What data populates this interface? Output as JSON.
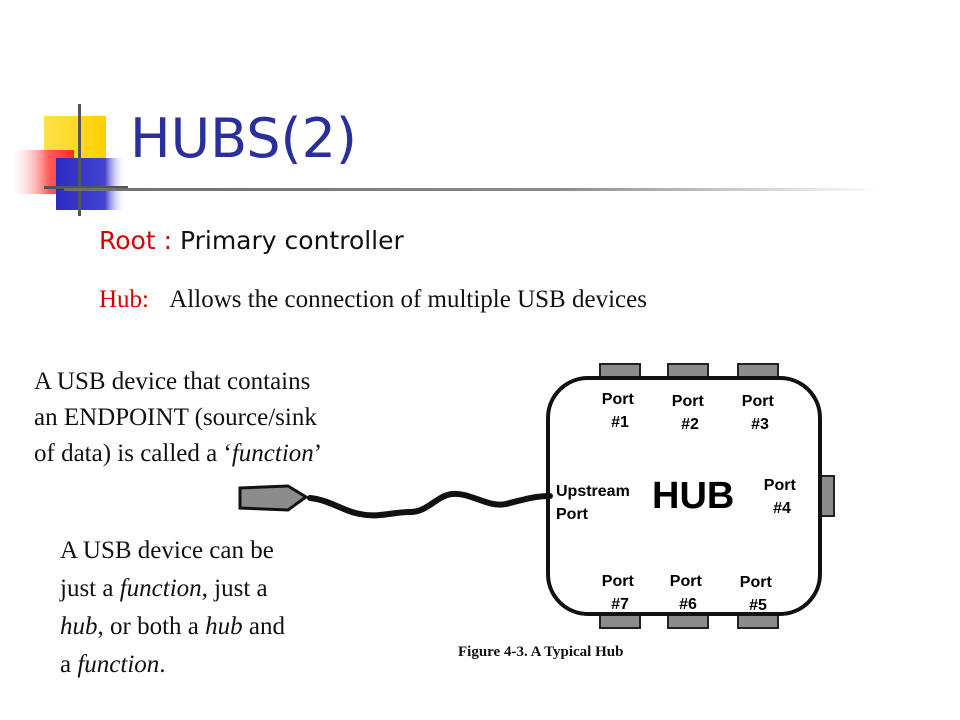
{
  "slide": {
    "title": "HUBS(2)",
    "root_label": "Root :",
    "root_text": "Primary controller",
    "hub_label": "Hub:",
    "hub_text": "Allows the connection of multiple USB devices",
    "para1": {
      "line1": "A USB device that contains",
      "line2": "an ENDPOINT (source/sink",
      "line3_a": "of data) is called a ‘",
      "line3_italic": "function",
      "line3_b": "’"
    },
    "para2": {
      "line1": "A USB device can be",
      "line2_a": "just a ",
      "line2_italic": "function",
      "line2_b": ", just a",
      "line3_italic": "hub",
      "line3_a": ", or both a ",
      "line3_italic2": "hub",
      "line3_b": " and",
      "line4_a": "a ",
      "line4_italic": "function",
      "line4_b": "."
    }
  },
  "diagram": {
    "hub_label": "HUB",
    "upstream_line1": "Upstream",
    "upstream_line2": "Port",
    "ports": [
      {
        "line1": "Port",
        "line2": "#1"
      },
      {
        "line1": "Port",
        "line2": "#2"
      },
      {
        "line1": "Port",
        "line2": "#3"
      },
      {
        "line1": "Port",
        "line2": "#4"
      },
      {
        "line1": "Port",
        "line2": "#5"
      },
      {
        "line1": "Port",
        "line2": "#6"
      },
      {
        "line1": "Port",
        "line2": "#7"
      }
    ],
    "caption": "Figure 4-3.  A Typical Hub"
  },
  "colors": {
    "title": "#2a2f9a",
    "label_red": "#d60000",
    "deco_yellow": "#ffd400",
    "deco_blue": "#3333cc",
    "deco_red": "#ff3333",
    "port_gray": "#8c8c8c"
  }
}
